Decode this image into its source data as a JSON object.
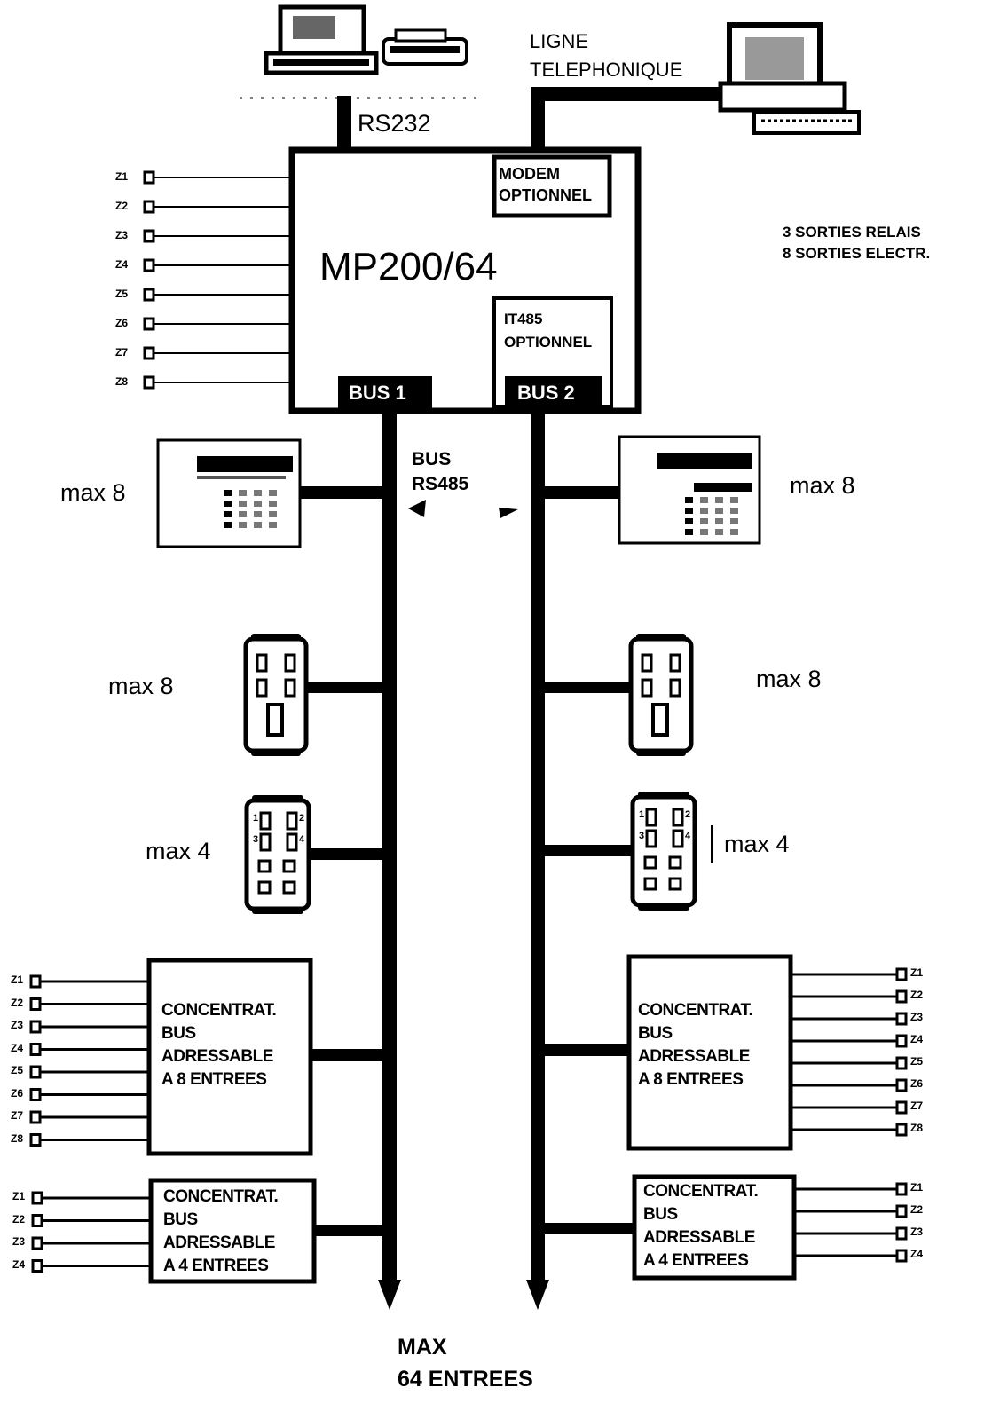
{
  "top": {
    "rs232": "RS232",
    "phone_line": [
      "LIGNE",
      "TELEPHONIQUE"
    ]
  },
  "main": {
    "title": "MP200/64",
    "modem": [
      "MODEM",
      "OPTIONNEL"
    ],
    "it485": [
      "IT485",
      "OPTIONNEL"
    ],
    "bus1": "BUS 1",
    "bus2": "BUS 2",
    "outputs": [
      "3 SORTIES RELAIS",
      "8 SORTIES ELECTR."
    ],
    "zones": [
      "Z1",
      "Z2",
      "Z3",
      "Z4",
      "Z5",
      "Z6",
      "Z7",
      "Z8"
    ]
  },
  "bus_label": [
    "BUS",
    "RS485"
  ],
  "left": {
    "keypad_max": "max 8",
    "reader_max": "max 8",
    "expander_max": "max 4",
    "expander_numbers": [
      "1",
      "2",
      "3",
      "4"
    ],
    "conc8": {
      "lines": [
        "CONCENTRAT.",
        "BUS",
        "ADRESSABLE",
        "A 8 ENTREES"
      ],
      "zones": [
        "Z1",
        "Z2",
        "Z3",
        "Z4",
        "Z5",
        "Z6",
        "Z7",
        "Z8"
      ]
    },
    "conc4": {
      "lines": [
        "CONCENTRAT.",
        "BUS",
        "ADRESSABLE",
        "A 4 ENTREES"
      ],
      "zones": [
        "Z1",
        "Z2",
        "Z3",
        "Z4"
      ]
    }
  },
  "right": {
    "keypad_max": "max 8",
    "reader_max": "max 8",
    "expander_max": "max 4",
    "expander_numbers": [
      "1",
      "2",
      "3",
      "4"
    ],
    "conc8": {
      "lines": [
        "CONCENTRAT.",
        "BUS",
        "ADRESSABLE",
        "A 8 ENTREES"
      ],
      "zones": [
        "Z1",
        "Z2",
        "Z3",
        "Z4",
        "Z5",
        "Z6",
        "Z7",
        "Z8"
      ]
    },
    "conc4": {
      "lines": [
        "CONCENTRAT.",
        "BUS",
        "ADRESSABLE",
        "A 4 ENTREES"
      ],
      "zones": [
        "Z1",
        "Z2",
        "Z3",
        "Z4"
      ]
    }
  },
  "footer": [
    "MAX",
    "64 ENTREES"
  ],
  "colors": {
    "ink": "#000000",
    "paper": "#ffffff"
  }
}
